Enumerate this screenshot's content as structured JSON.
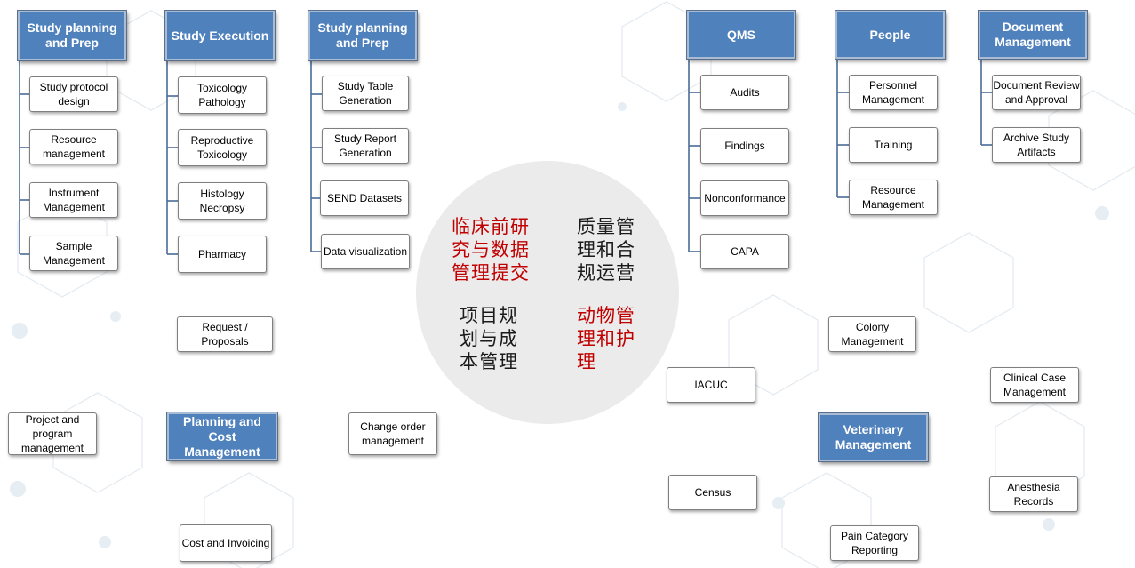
{
  "quadrants": {
    "top_left": {
      "title": "临床前研究与数据管理提交",
      "title_lines": [
        "临床前研",
        "究与数据",
        "管理提交"
      ],
      "columns": [
        {
          "header": "Study planning and Prep",
          "items": [
            "Study protocol design",
            "Resource management",
            "Instrument Management",
            "Sample Management"
          ]
        },
        {
          "header": "Study Execution",
          "items": [
            "Toxicology Pathology",
            "Reproductive Toxicology",
            "Histology Necropsy",
            "Pharmacy"
          ]
        },
        {
          "header": "Study planning and Prep",
          "items": [
            "Study Table Generation",
            "Study Report Generation",
            "SEND Datasets",
            "Data visualization"
          ]
        }
      ]
    },
    "top_right": {
      "title": "质量管理和合规运营",
      "title_lines": [
        "质量管",
        "理和合",
        "规运营"
      ],
      "columns": [
        {
          "header": "QMS",
          "items": [
            "Audits",
            "Findings",
            "Nonconformance",
            "CAPA"
          ]
        },
        {
          "header": "People",
          "items": [
            "Personnel Management",
            "Training",
            "Resource Management"
          ]
        },
        {
          "header": "Document Management",
          "items": [
            "Document Review and Approval",
            "Archive Study Artifacts"
          ]
        }
      ]
    },
    "bottom_left": {
      "title": "项目规划与成本管理",
      "title_lines": [
        "项目规",
        "划与成",
        "本管理"
      ],
      "center": "Planning and Cost Management",
      "items": [
        "Request / Proposals",
        "Project and program management",
        "Change order management",
        "Cost and Invoicing"
      ]
    },
    "bottom_right": {
      "title": "动物管理和护理",
      "title_lines": [
        "动物管",
        "理和护",
        "理"
      ],
      "center": "Veterinary Management",
      "items": [
        "Colony Management",
        "IACUC",
        "Clinical Case Management",
        "Census",
        "Anesthesia Records",
        "Pain Category Reporting"
      ]
    }
  },
  "colors": {
    "header_fill": "#4f81bd",
    "connector": "#4a6c96",
    "accent_red": "#c00000",
    "center_circle": "#ebebeb"
  }
}
